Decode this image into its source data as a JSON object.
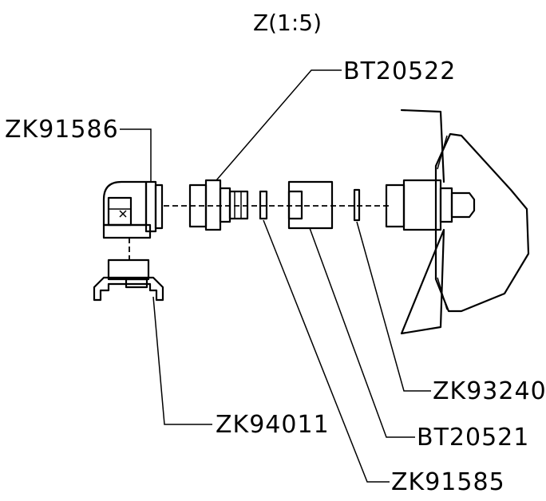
{
  "title": "Z(1:5)",
  "parts": {
    "elbow": "ZK91586",
    "nipple": "BT20522",
    "clip": "ZK94011",
    "thin_washer": "ZK91585",
    "sleeve": "BT20521",
    "seal_ring": "ZK93240"
  }
}
